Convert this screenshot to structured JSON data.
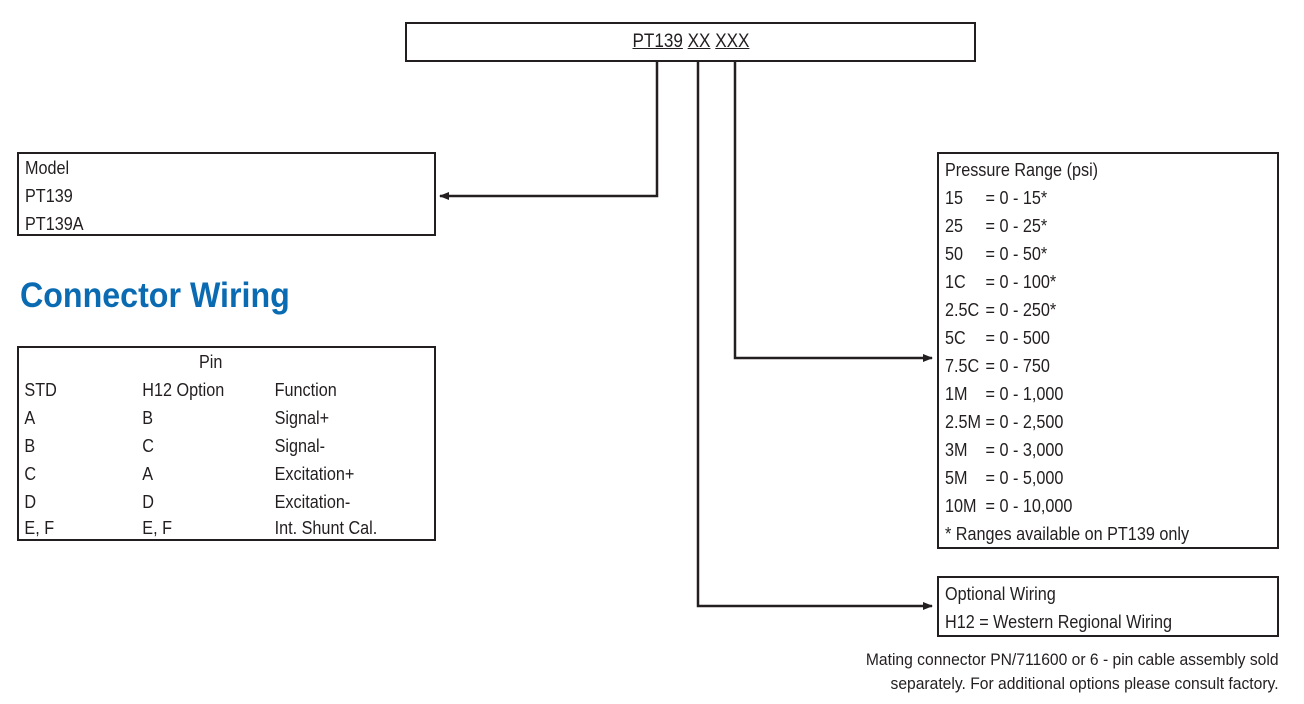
{
  "code": {
    "base": "PT139",
    "option": "XX",
    "range": "XXX"
  },
  "model": {
    "heading": "Model",
    "items": [
      "PT139",
      "PT139A"
    ]
  },
  "section_title": "Connector Wiring",
  "pin_table": {
    "group_header": "Pin",
    "headers": [
      "STD",
      "H12 Option",
      "Function"
    ],
    "rows": [
      [
        "A",
        "B",
        "Signal+"
      ],
      [
        "B",
        "C",
        "Signal-"
      ],
      [
        "C",
        "A",
        "Excitation+"
      ],
      [
        "D",
        "D",
        "Excitation-"
      ],
      [
        "E, F",
        "E, F",
        "Int. Shunt Cal."
      ]
    ]
  },
  "pressure": {
    "heading": "Pressure Range (psi)",
    "items": [
      {
        "code": "15",
        "value": "= 0 - 15*"
      },
      {
        "code": "25",
        "value": "= 0 - 25*"
      },
      {
        "code": "50",
        "value": "= 0 - 50*"
      },
      {
        "code": "1C",
        "value": "= 0 - 100*"
      },
      {
        "code": "2.5C",
        "value": "= 0 - 250*"
      },
      {
        "code": "5C",
        "value": "= 0 - 500"
      },
      {
        "code": "7.5C",
        "value": "= 0 - 750"
      },
      {
        "code": "1M",
        "value": "= 0 - 1,000"
      },
      {
        "code": "2.5M",
        "value": "= 0 - 2,500"
      },
      {
        "code": "3M",
        "value": "= 0 - 3,000"
      },
      {
        "code": "5M",
        "value": "= 0 - 5,000"
      },
      {
        "code": "10M",
        "value": "= 0 - 10,000"
      }
    ],
    "footnote": "* Ranges available on PT139 only"
  },
  "wiring": {
    "heading": "Optional Wiring",
    "item": "H12 =  Western Regional Wiring"
  },
  "note": {
    "line1": "Mating connector PN/711600 or 6 - pin cable assembly sold",
    "line2": "separately. For additional options please consult factory."
  },
  "colors": {
    "title": "#0a6bb3",
    "ink": "#231f20"
  }
}
